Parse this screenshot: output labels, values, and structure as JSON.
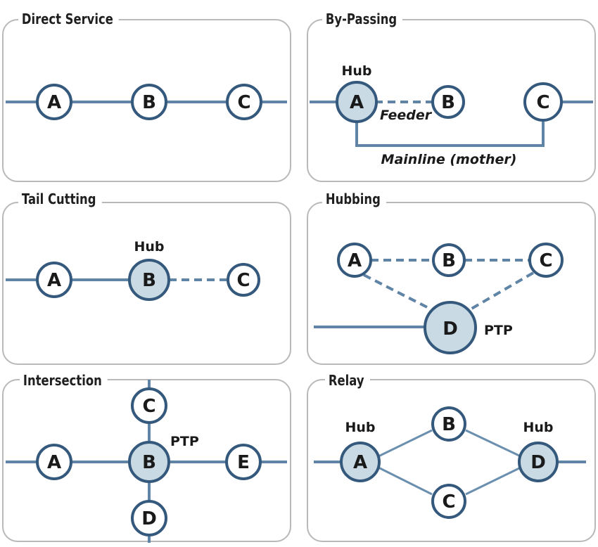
{
  "panels": [
    {
      "id": "direct",
      "title": "Direct Service"
    },
    {
      "id": "bypass",
      "title": "By-Passing"
    },
    {
      "id": "tail",
      "title": "Tail Cutting"
    },
    {
      "id": "hub",
      "title": "Hubbing"
    },
    {
      "id": "inter",
      "title": "Intersection"
    },
    {
      "id": "relay",
      "title": "Relay"
    }
  ],
  "direct": {
    "nodes": [
      "A",
      "B",
      "C"
    ]
  },
  "bypass": {
    "nodes": [
      "A",
      "B",
      "C"
    ],
    "hub_label": "Hub",
    "feeder_label": "Feeder",
    "mainline_label": "Mainline (mother)"
  },
  "tail": {
    "nodes": [
      "A",
      "B",
      "C"
    ],
    "hub_label": "Hub"
  },
  "hubbing": {
    "nodes": [
      "A",
      "B",
      "C",
      "D"
    ],
    "ptp_label": "PTP"
  },
  "intersection": {
    "nodes": [
      "A",
      "B",
      "C",
      "D",
      "E"
    ],
    "ptp_label": "PTP"
  },
  "relay": {
    "nodes": [
      "A",
      "B",
      "C",
      "D"
    ],
    "hub_label_a": "Hub",
    "hub_label_d": "Hub"
  },
  "colors": {
    "line": "#5f84a6",
    "node_border": "#35597c",
    "hub_fill": "#c9dae4",
    "frame": "#b9b9b9"
  }
}
